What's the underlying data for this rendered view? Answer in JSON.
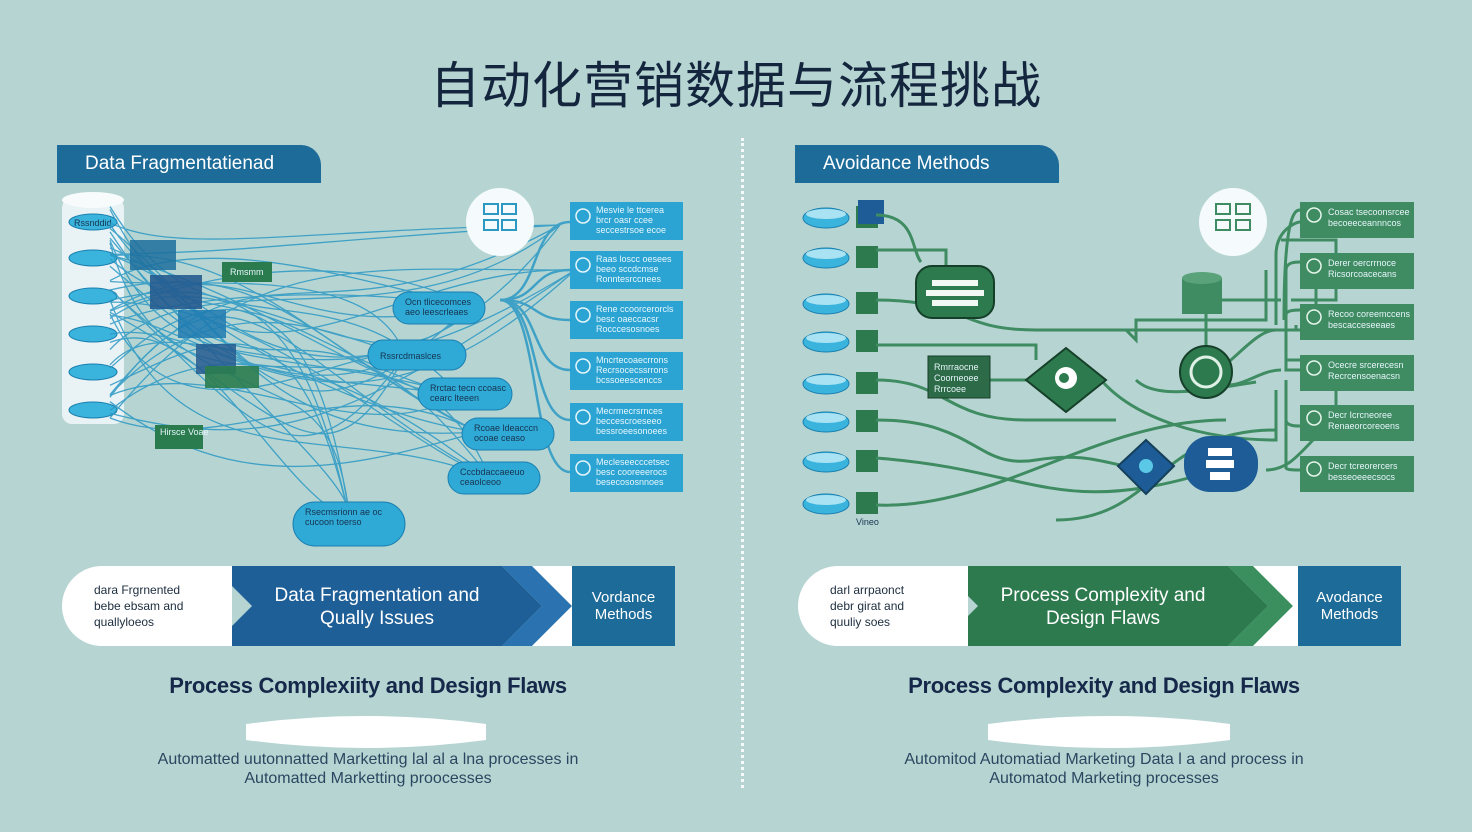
{
  "title": "自动化营销数据与流程挑战",
  "left": {
    "tab_label": "Data Fragmentatienad",
    "cylinder_label": "Rssnddid",
    "green_label_1": "Rmsmm",
    "green_label_2": "Hirsce\nVoae",
    "bubbles": [
      "Ocn tlicecomces\naeo leescrleaes",
      "Rssrcdmaslces",
      "Rrctac tecn ccoasc\ncearc lteeen",
      "Rcoae ldeacccn\nocoae ceaso",
      "Cccbdaccaeeuo\nceaolceoo",
      "Rsecmsrionn ae oc\ncucoon toerso"
    ],
    "cards": [
      "Mesvie le ttcerea\nbrcr oasr ccee\nseccestrsoe ecoe",
      "Raas loscc oesees\nbeeo sccdcmse\nRonntesrccnees",
      "Rene ccoorcerorcls\nbesc oaeccacsr\nRocccesosnoes",
      "Mncrtecoaecrrons\nRecrsocecssrrons\nbcssoeescenccs",
      "Mecrmecrsrnces\nbeccescroeseeo\nbessroeesonoees",
      "Mecleseecccetsec\nbesc cooreeerocs\nbesecososnnoes"
    ],
    "bar_pill_text": "dara Frgrnented\nbebe ebsam and\nquallyloeos",
    "bar_mid_text": "Data Fragmentation\nand Qually Issues",
    "bar_end_text": "Vordance\nMethods",
    "subtitle": "Process Complexiity and Design Flaws",
    "footer": "Automatted uutonnatted Marketting lal al a lna processes in\nAutomatted Marketting proocesses",
    "colors": {
      "tab": "#1d6b98",
      "mid": "#1f5f97",
      "end": "#1d6b98",
      "wire": "#2c98c4"
    }
  },
  "right": {
    "tab_label": "Avoidance Methods",
    "box_label": "Rmrraocne\nCoorneoee\nRrrcoee",
    "small_label": "Vineo",
    "cards": [
      "Cosac tsecoonsrcee\nbecoeeceannncos",
      "Derer oercrrnoce\nRicsorcoacecans",
      "Recoo coreemccens\nbescacceseeaes",
      "Ocecre srcerecesn\nRecrcensoenacsn",
      "Decr Icrcneoree\nRenaeorcoreoens",
      "Decr tcreorercers\nbesseoeeecsocs"
    ],
    "bar_pill_text": "darl arrpaonct\ndebr girat and\nquuliy soes",
    "bar_mid_text": "Process Complexity\nand Design Flaws",
    "bar_end_text": "Avodance\nMethods",
    "subtitle": "Process Complexity and Design Flaws",
    "footer": "Automitod Automatiad Marketing Data l a and process in\nAutomatod Marketing processes",
    "colors": {
      "tab": "#1d6b98",
      "mid": "#2d7a4e",
      "end": "#1d6b98",
      "wire": "#3f8b62"
    }
  }
}
